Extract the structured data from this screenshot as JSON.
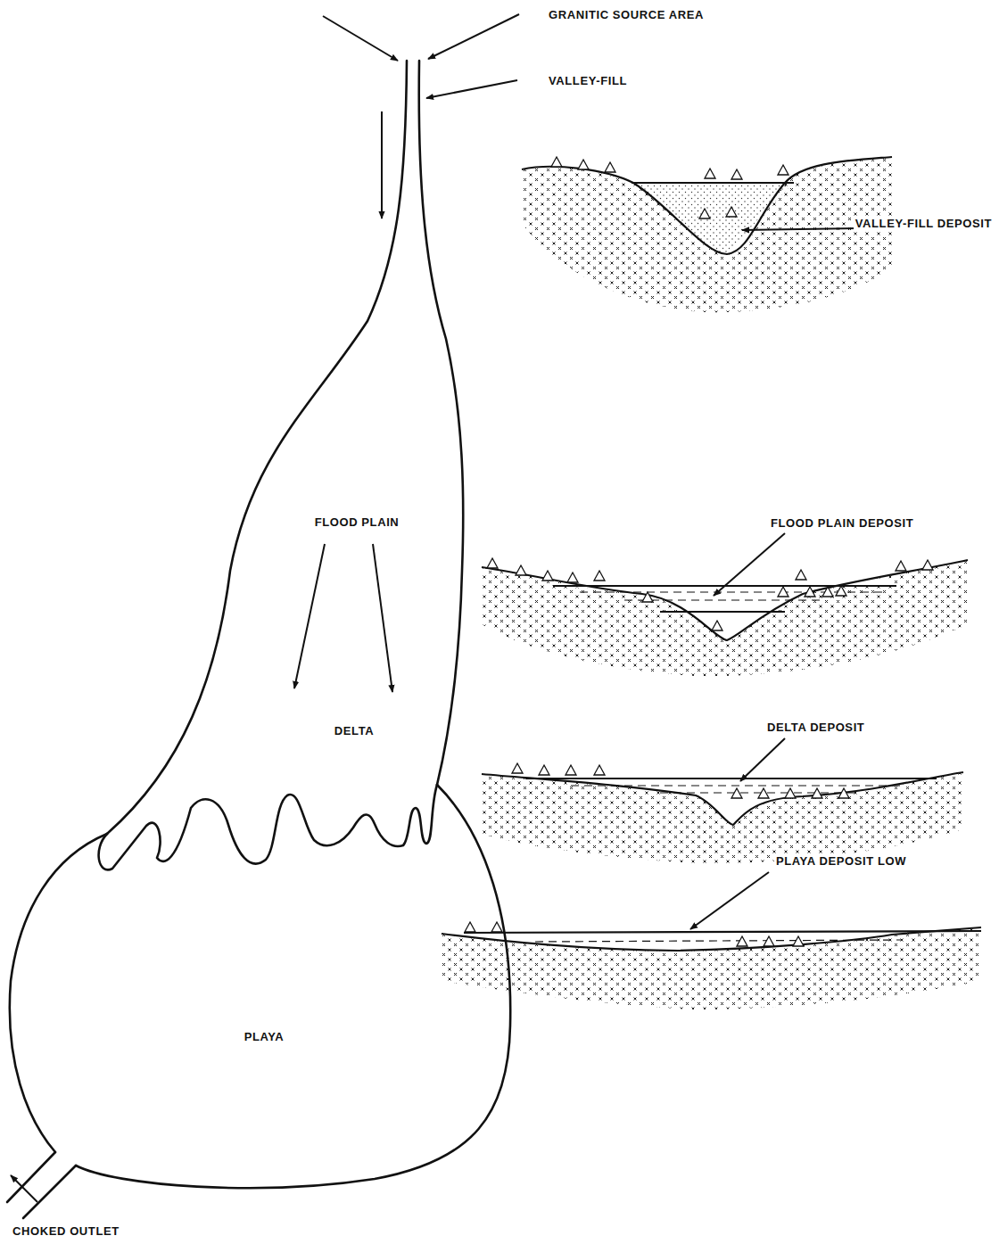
{
  "diagram": {
    "labels": [
      "GRANITIC SOURCE AREA",
      "VALLEY-FILL",
      "FLOOD PLAIN",
      "DELTA",
      "PLAYA",
      "CHOKED OUTLET",
      "VALLEY-FILL DEPOSIT",
      "FLOOD PLAIN DEPOSIT",
      "DELTA DEPOSIT",
      "PLAYA DEPOSIT LOW"
    ]
  }
}
